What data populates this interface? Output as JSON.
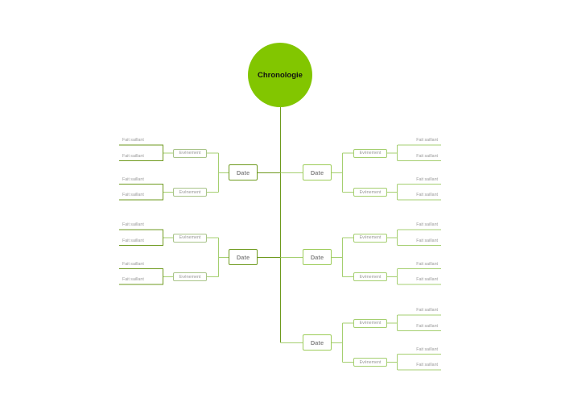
{
  "root": {
    "label": "Chronologie",
    "color": "#82c600"
  },
  "line_colors": {
    "dark": "#6e9a1e",
    "light": "#a5cf70"
  },
  "branches": {
    "left": [
      {
        "date": "Date",
        "events": [
          {
            "label": "Evénement",
            "facts": [
              "Fait saillant",
              "Fait saillant"
            ]
          },
          {
            "label": "Evénement",
            "facts": [
              "Fait saillant",
              "Fait saillant"
            ]
          }
        ]
      },
      {
        "date": "Date",
        "events": [
          {
            "label": "Evénement",
            "facts": [
              "Fait saillant",
              "Fait saillant"
            ]
          },
          {
            "label": "Evénement",
            "facts": [
              "Fait saillant",
              "Fait saillant"
            ]
          }
        ]
      }
    ],
    "right": [
      {
        "date": "Date",
        "events": [
          {
            "label": "Evénement",
            "facts": [
              "Fait saillant",
              "Fait saillant"
            ]
          },
          {
            "label": "Evénement",
            "facts": [
              "Fait saillant",
              "Fait saillant"
            ]
          }
        ]
      },
      {
        "date": "Date",
        "events": [
          {
            "label": "Evénement",
            "facts": [
              "Fait saillant",
              "Fait saillant"
            ]
          },
          {
            "label": "Evénement",
            "facts": [
              "Fait saillant",
              "Fait saillant"
            ]
          }
        ]
      },
      {
        "date": "Date",
        "events": [
          {
            "label": "Evénement",
            "facts": [
              "Fait saillant",
              "Fait saillant"
            ]
          },
          {
            "label": "Evénement",
            "facts": [
              "Fait saillant",
              "Fait saillant"
            ]
          }
        ]
      }
    ]
  }
}
